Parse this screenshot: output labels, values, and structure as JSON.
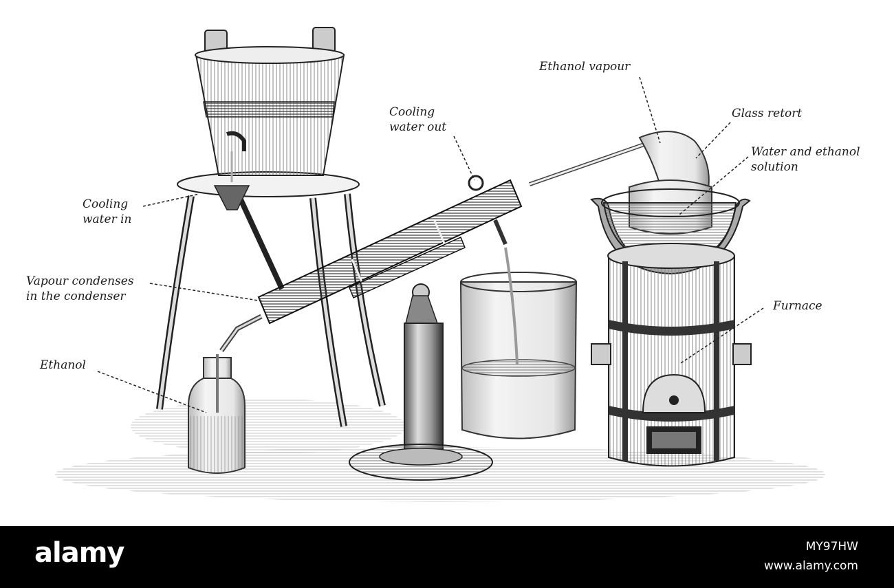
{
  "labels": {
    "ethanol_vapour": "Ethanol vapour",
    "cooling_out": [
      "Cooling",
      "water out"
    ],
    "glass_retort": "Glass retort",
    "solution": [
      "Water and ethanol",
      "solution"
    ],
    "cooling_in": [
      "Cooling",
      "water in"
    ],
    "vapour_condenses": [
      "Vapour condenses",
      "in the condenser"
    ],
    "furnace": "Furnace",
    "ethanol": "Ethanol"
  },
  "footer": {
    "logo": "alamy",
    "image_id": "MY97HW",
    "site": "www.alamy.com"
  }
}
